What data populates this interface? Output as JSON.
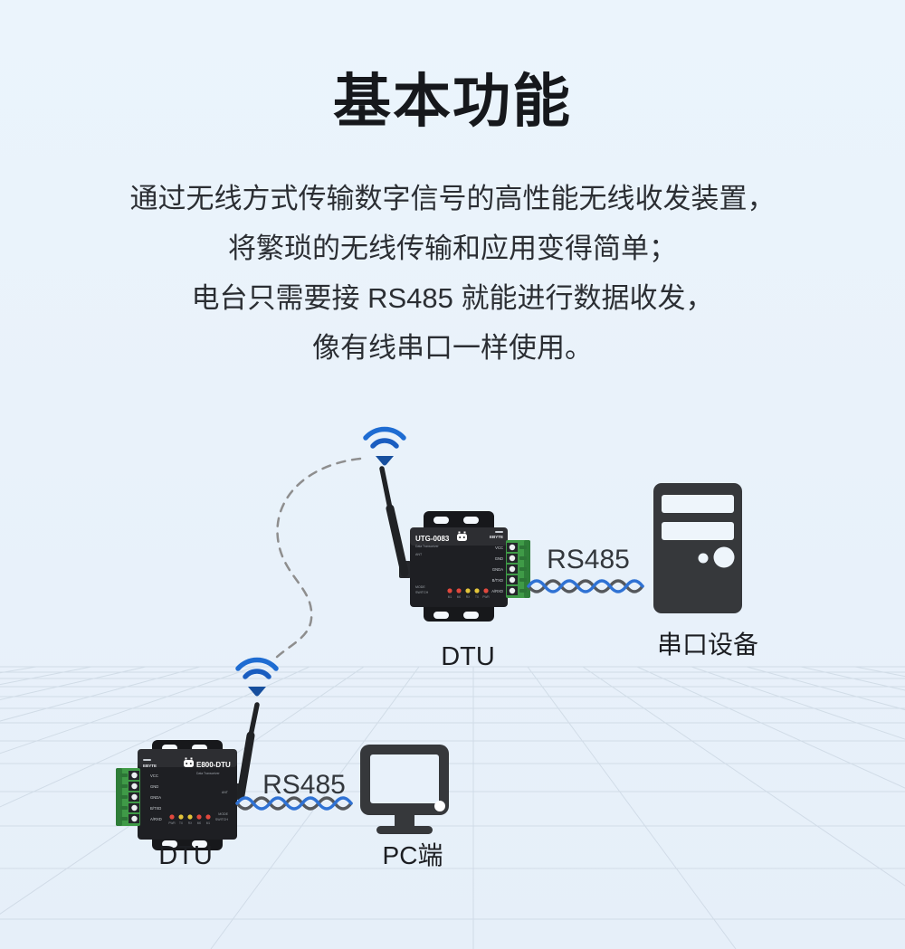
{
  "page": {
    "background": "#e9f2fa",
    "title": "基本功能"
  },
  "description": {
    "lines": [
      "通过无线方式传输数字信号的高性能无线收发装置，",
      "将繁琐的无线传输和应用变得简单；",
      "电台只需要接 RS485 就能进行数据收发，",
      "像有线串口一样使用。"
    ]
  },
  "diagram": {
    "top_link": {
      "rs485_label": "RS485",
      "dtu_label": "DTU",
      "serial_device_label": "串口设备"
    },
    "bottom_link": {
      "rs485_label": "RS485",
      "dtu_label": "DTU",
      "pc_label": "PC端"
    },
    "device_top": {
      "model": "UTG-0083",
      "subtitle": "Data Transceiver",
      "brand": "EBYTE",
      "pins": [
        "VCC",
        "GND",
        "GNDA",
        "B/TXD",
        "A/RXD"
      ],
      "ant_label": "ANT",
      "mode_switch": [
        "MODE",
        "SWITCH"
      ],
      "led_labels": [
        "M1",
        "M0",
        "RX",
        "TX",
        "PWR"
      ]
    },
    "device_bottom": {
      "model": "E800-DTU",
      "subtitle": "Data Transceiver",
      "brand": "EBYTE",
      "pins": [
        "VCC",
        "GND",
        "GNDA",
        "B/TXD",
        "A/RXD"
      ],
      "ant_label": "ANT",
      "mode_switch": [
        "MODE",
        "SWITCH"
      ],
      "led_labels": [
        "PWR",
        "TX",
        "RX",
        "M0",
        "M1"
      ]
    },
    "colors": {
      "wifi_blue": "#1e6cd2",
      "wifi_wedge": "#174f9e",
      "cable_blue": "#2f72d4",
      "cable_gray": "#55585c",
      "device_body": "#1e1f23",
      "terminal_green": "#3f9a47",
      "icon_dark": "#36383b",
      "dashed_link": "#8e8e8e",
      "led_red": "#e2483d",
      "led_yellow": "#e3c43a",
      "grid_line": "#c3cfdc"
    }
  }
}
